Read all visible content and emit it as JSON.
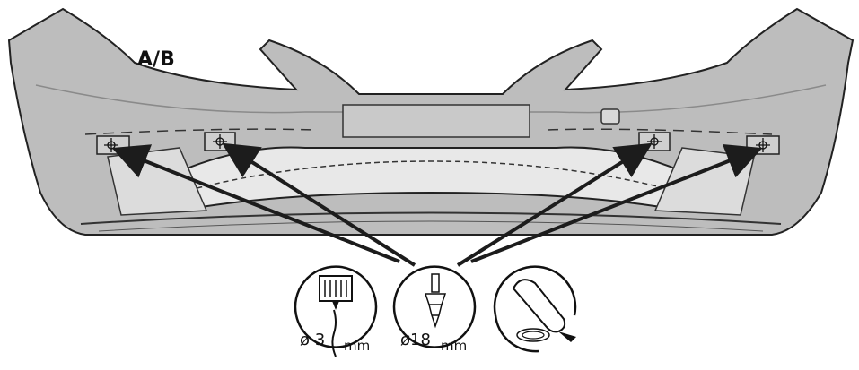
{
  "variant_label": "A/B",
  "tools": [
    {
      "name": "drill",
      "diameter_text": "ø 3",
      "unit": "mm"
    },
    {
      "name": "step-drill",
      "diameter_text": "ø18",
      "unit": "mm"
    },
    {
      "name": "deburring-tool"
    }
  ],
  "mounting_points": [
    "outer-left",
    "inner-left",
    "inner-right",
    "outer-right"
  ],
  "colors": {
    "bumper_fill": "#bdbdbd",
    "outline": "#222222",
    "arrow": "#1c1c1c",
    "background": "#ffffff"
  }
}
